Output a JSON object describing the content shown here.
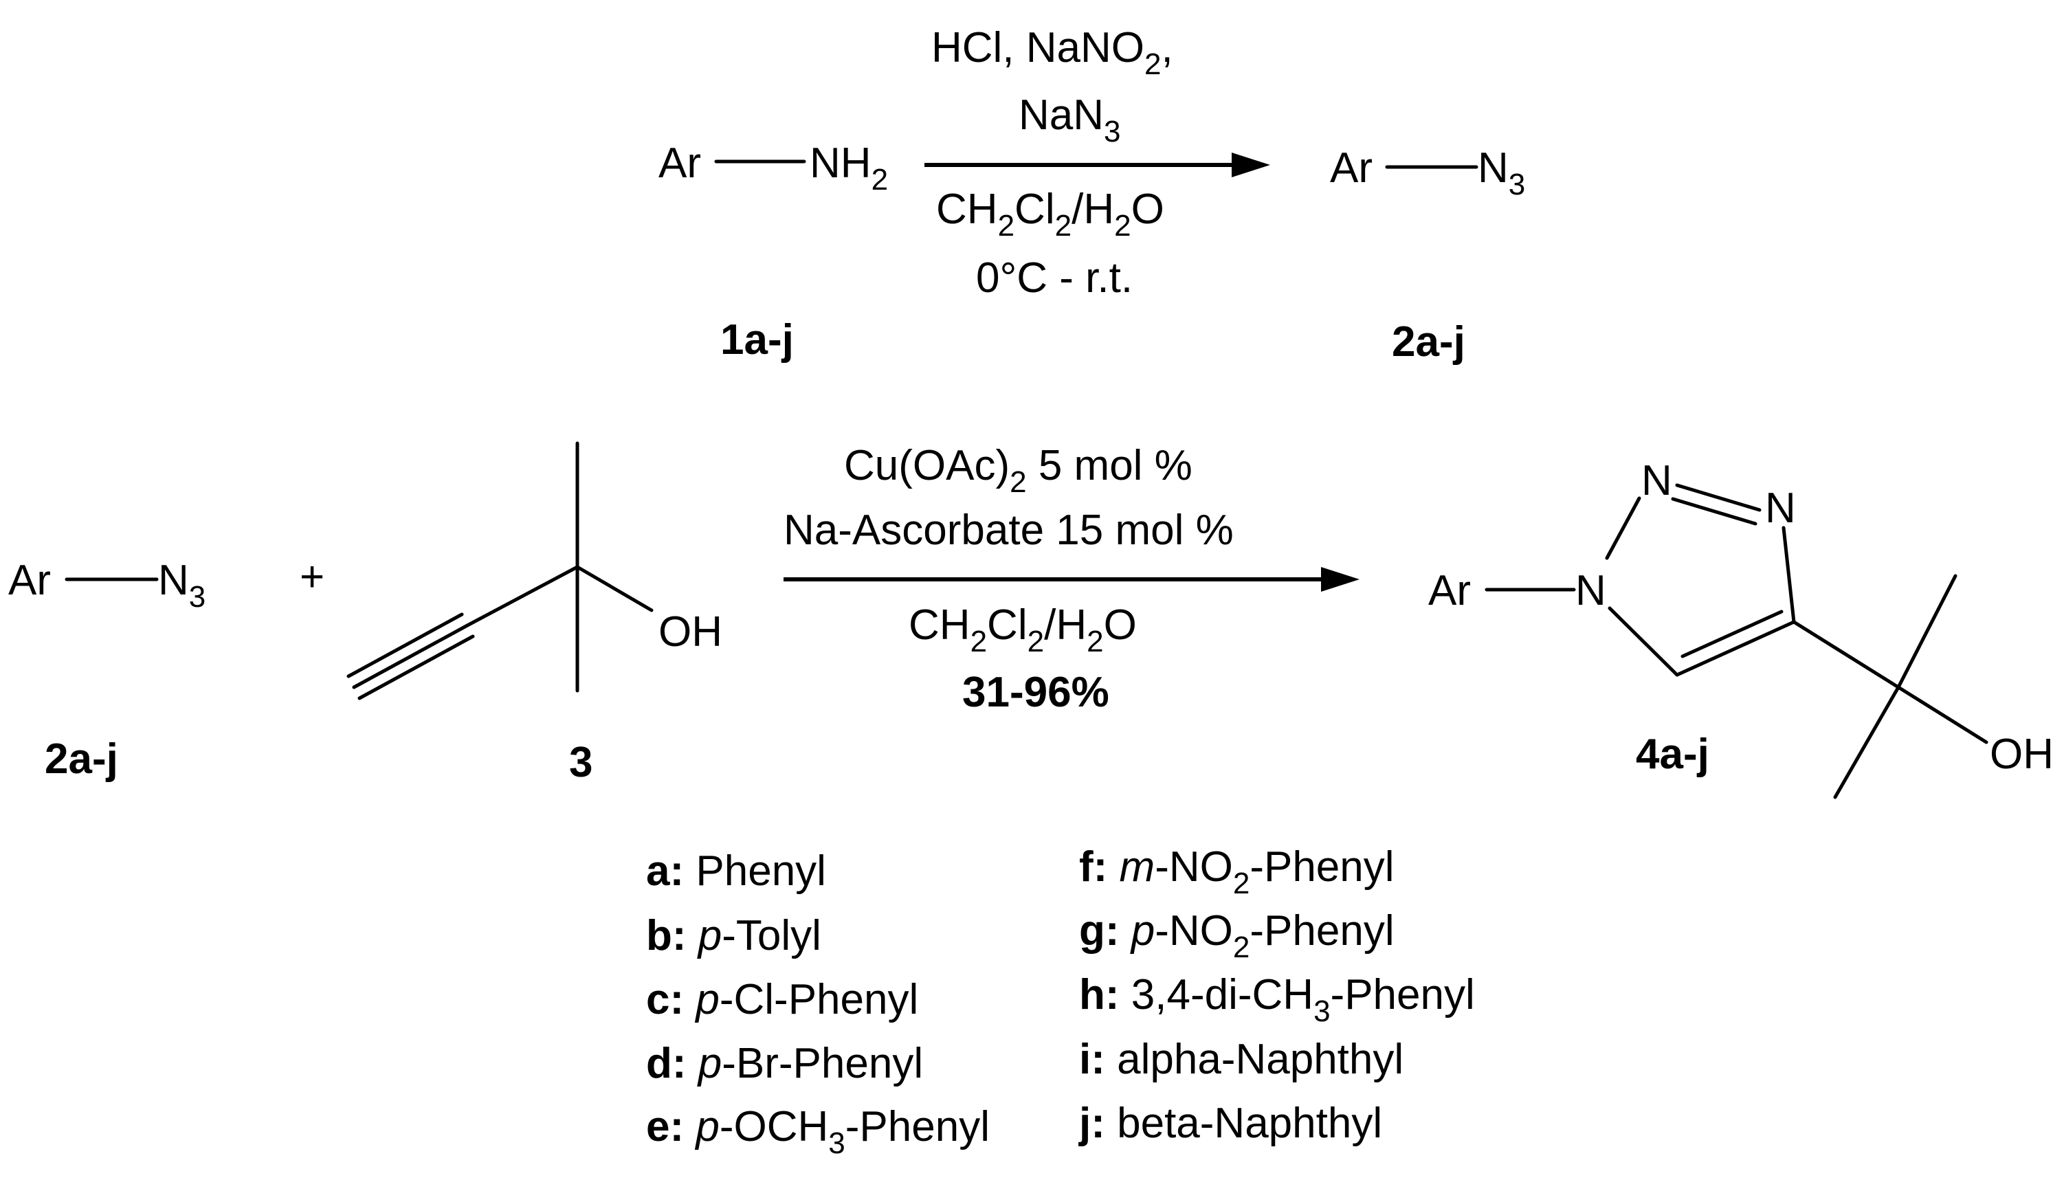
{
  "reaction1": {
    "reactant": {
      "ar": "Ar",
      "group": "NH",
      "group_sub": "2",
      "label": "1a-j"
    },
    "product": {
      "ar": "Ar",
      "group": "N",
      "group_sub": "3",
      "label": "2a-j"
    },
    "conditions_above": {
      "line1_a": "HCl, NaNO",
      "line1_sub": "2",
      "line1_b": ",",
      "line2_a": "NaN",
      "line2_sub": "3"
    },
    "conditions_below": {
      "solvent_a": "CH",
      "solvent_sub1": "2",
      "solvent_b": "Cl",
      "solvent_sub2": "2",
      "solvent_c": "/H",
      "solvent_sub3": "2",
      "solvent_d": "O",
      "temperature": "0°C - r.t."
    }
  },
  "reaction2": {
    "azide": {
      "ar": "Ar",
      "group": "N",
      "group_sub": "3",
      "label": "2a-j"
    },
    "plus": "+",
    "alkyne": {
      "oh": "OH",
      "label": "3"
    },
    "conditions_above": {
      "catalyst_a": "Cu(OAc)",
      "catalyst_sub": "2",
      "catalyst_b": " 5 mol %",
      "reductant": "Na-Ascorbate 15 mol %"
    },
    "conditions_below": {
      "solvent_a": "CH",
      "solvent_sub1": "2",
      "solvent_b": "Cl",
      "solvent_sub2": "2",
      "solvent_c": "/H",
      "solvent_sub3": "2",
      "solvent_d": "O",
      "yield": "31-96%"
    },
    "product": {
      "ar": "Ar",
      "n1": "N",
      "n2": "N",
      "n3": "N",
      "oh": "OH",
      "label": "4a-j"
    }
  },
  "legend": {
    "left": [
      {
        "key": "a:",
        "prefix": "",
        "a": "Phenyl",
        "sub": "",
        "b": ""
      },
      {
        "key": "b:",
        "prefix": "p",
        "a": "-Tolyl",
        "sub": "",
        "b": ""
      },
      {
        "key": "c:",
        "prefix": "p",
        "a": "-Cl-Phenyl",
        "sub": "",
        "b": ""
      },
      {
        "key": "d:",
        "prefix": "p",
        "a": "-Br-Phenyl",
        "sub": "",
        "b": ""
      },
      {
        "key": "e:",
        "prefix": "p",
        "a": "-OCH",
        "sub": "3",
        "b": "-Phenyl"
      }
    ],
    "right": [
      {
        "key": "f:",
        "prefix": "m",
        "a": "-NO",
        "sub": "2",
        "b": "-Phenyl"
      },
      {
        "key": "g:",
        "prefix": "p",
        "a": "-NO",
        "sub": "2",
        "b": "-Phenyl"
      },
      {
        "key": "h:",
        "prefix": "",
        "a": "3,4-di-CH",
        "sub": "3",
        "b": "-Phenyl"
      },
      {
        "key": "i:",
        "prefix": "",
        "a": "alpha-Naphthyl",
        "sub": "",
        "b": ""
      },
      {
        "key": "j:",
        "prefix": "",
        "a": "beta-Naphthyl",
        "sub": "",
        "b": ""
      }
    ]
  }
}
